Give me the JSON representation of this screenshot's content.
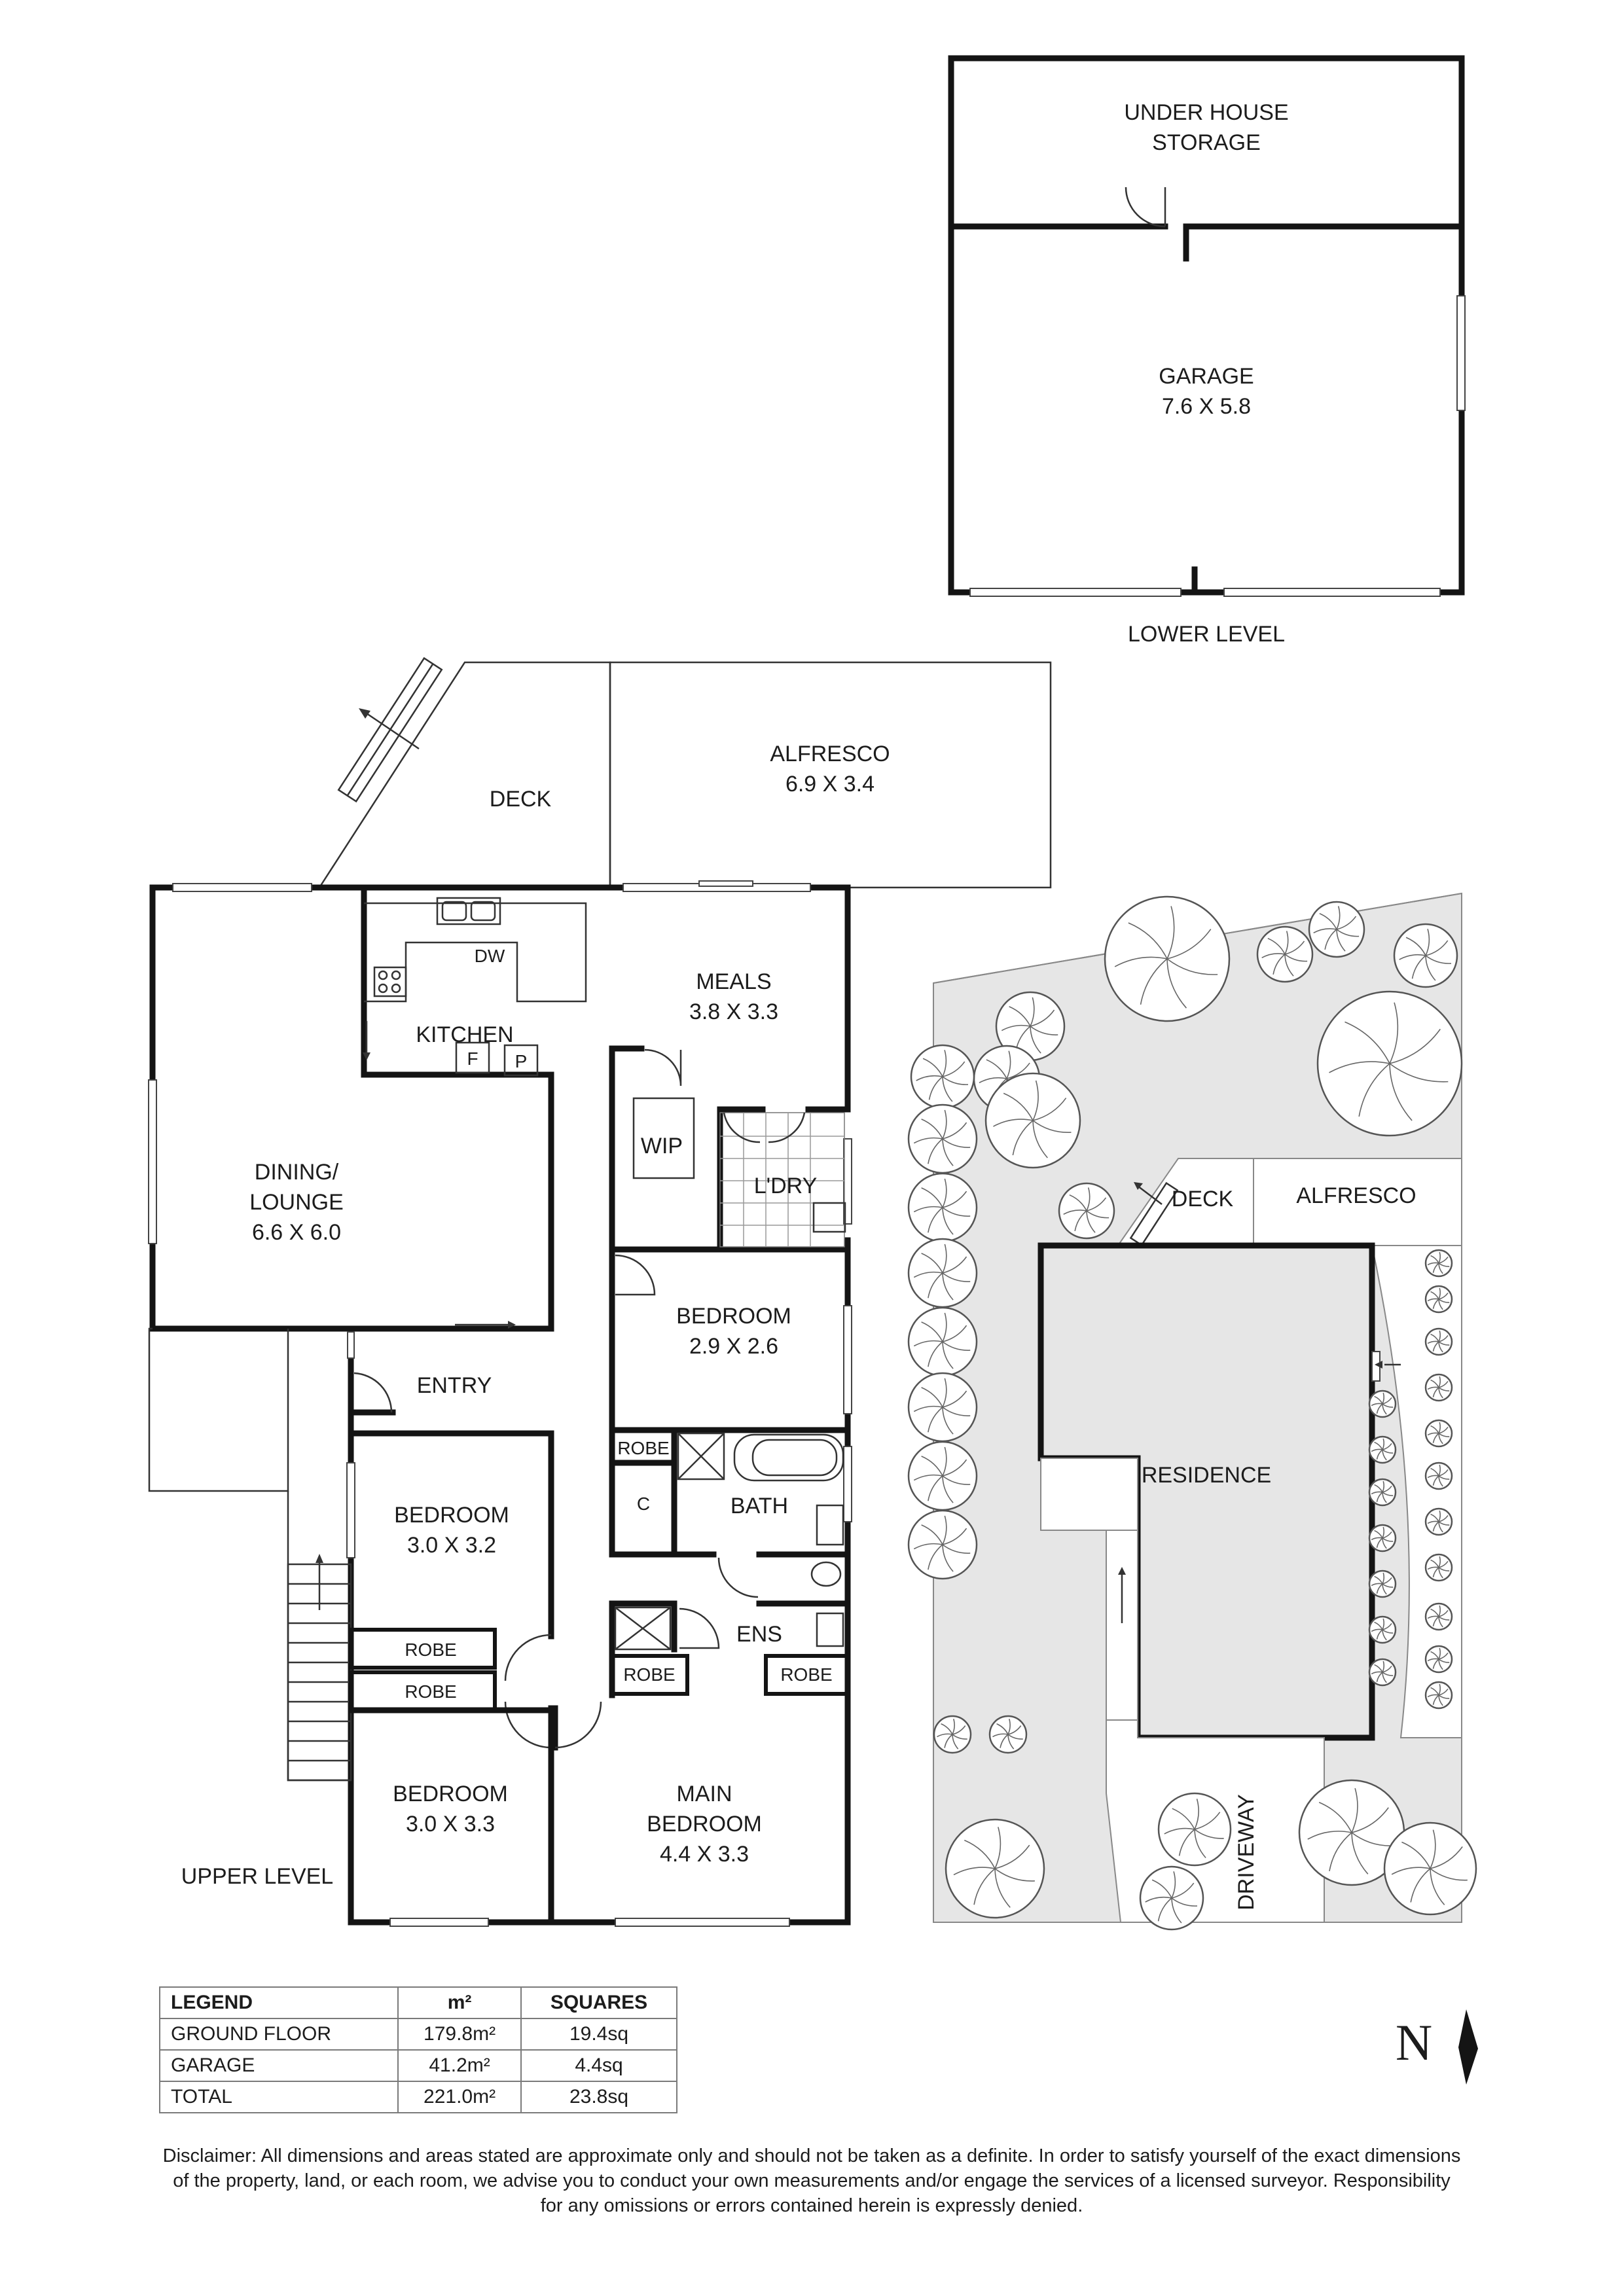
{
  "lower_level": {
    "label": "LOWER LEVEL",
    "under_house_storage": [
      "UNDER HOUSE",
      "STORAGE"
    ],
    "garage": {
      "name": "GARAGE",
      "size": "7.6 X 5.8"
    }
  },
  "upper_level": {
    "label": "UPPER LEVEL",
    "deck": "DECK",
    "alfresco": {
      "name": "ALFRESCO",
      "size": "6.9 X 3.4"
    },
    "kitchen": "KITCHEN",
    "dw": "DW",
    "fridge": "F",
    "pantry": "P",
    "meals": {
      "name": "MEALS",
      "size": "3.8 X 3.3"
    },
    "dining_lounge": {
      "name1": "DINING/",
      "name2": "LOUNGE",
      "size": "6.6 X 6.0"
    },
    "wip": "WIP",
    "laundry": "L'DRY",
    "bedroom_small": {
      "name": "BEDROOM",
      "size": "2.9 X 2.6"
    },
    "entry": "ENTRY",
    "bedroom_mid": {
      "name": "BEDROOM",
      "size": "3.0 X 3.2"
    },
    "robe": "ROBE",
    "c": "C",
    "bath": "BATH",
    "ens": "ENS",
    "bedroom_low": {
      "name": "BEDROOM",
      "size": "3.0 X 3.3"
    },
    "main_bedroom": {
      "name1": "MAIN",
      "name2": "BEDROOM",
      "size": "4.4 X 3.3"
    }
  },
  "site_plan": {
    "deck": "DECK",
    "alfresco": "ALFRESCO",
    "residence": "RESIDENCE",
    "driveway": "DRIVEWAY"
  },
  "north": "N",
  "legend": {
    "headers": [
      "LEGEND",
      "m²",
      "SQUARES"
    ],
    "rows": [
      {
        "name": "GROUND FLOOR",
        "m2": "179.8m²",
        "squares": "19.4sq"
      },
      {
        "name": "GARAGE",
        "m2": "41.2m²",
        "squares": "4.4sq"
      },
      {
        "name": "TOTAL",
        "m2": "221.0m²",
        "squares": "23.8sq"
      }
    ]
  },
  "disclaimer": [
    "Disclaimer: All dimensions and areas stated are approximate only and should not be taken as a definite. In order to satisfy yourself of the exact dimensions",
    "of the property, land, or each room, we advise you to conduct your own measurements and/or engage the services of a licensed surveyor. Responsibility",
    "for any omissions or errors contained herein is expressly denied."
  ]
}
